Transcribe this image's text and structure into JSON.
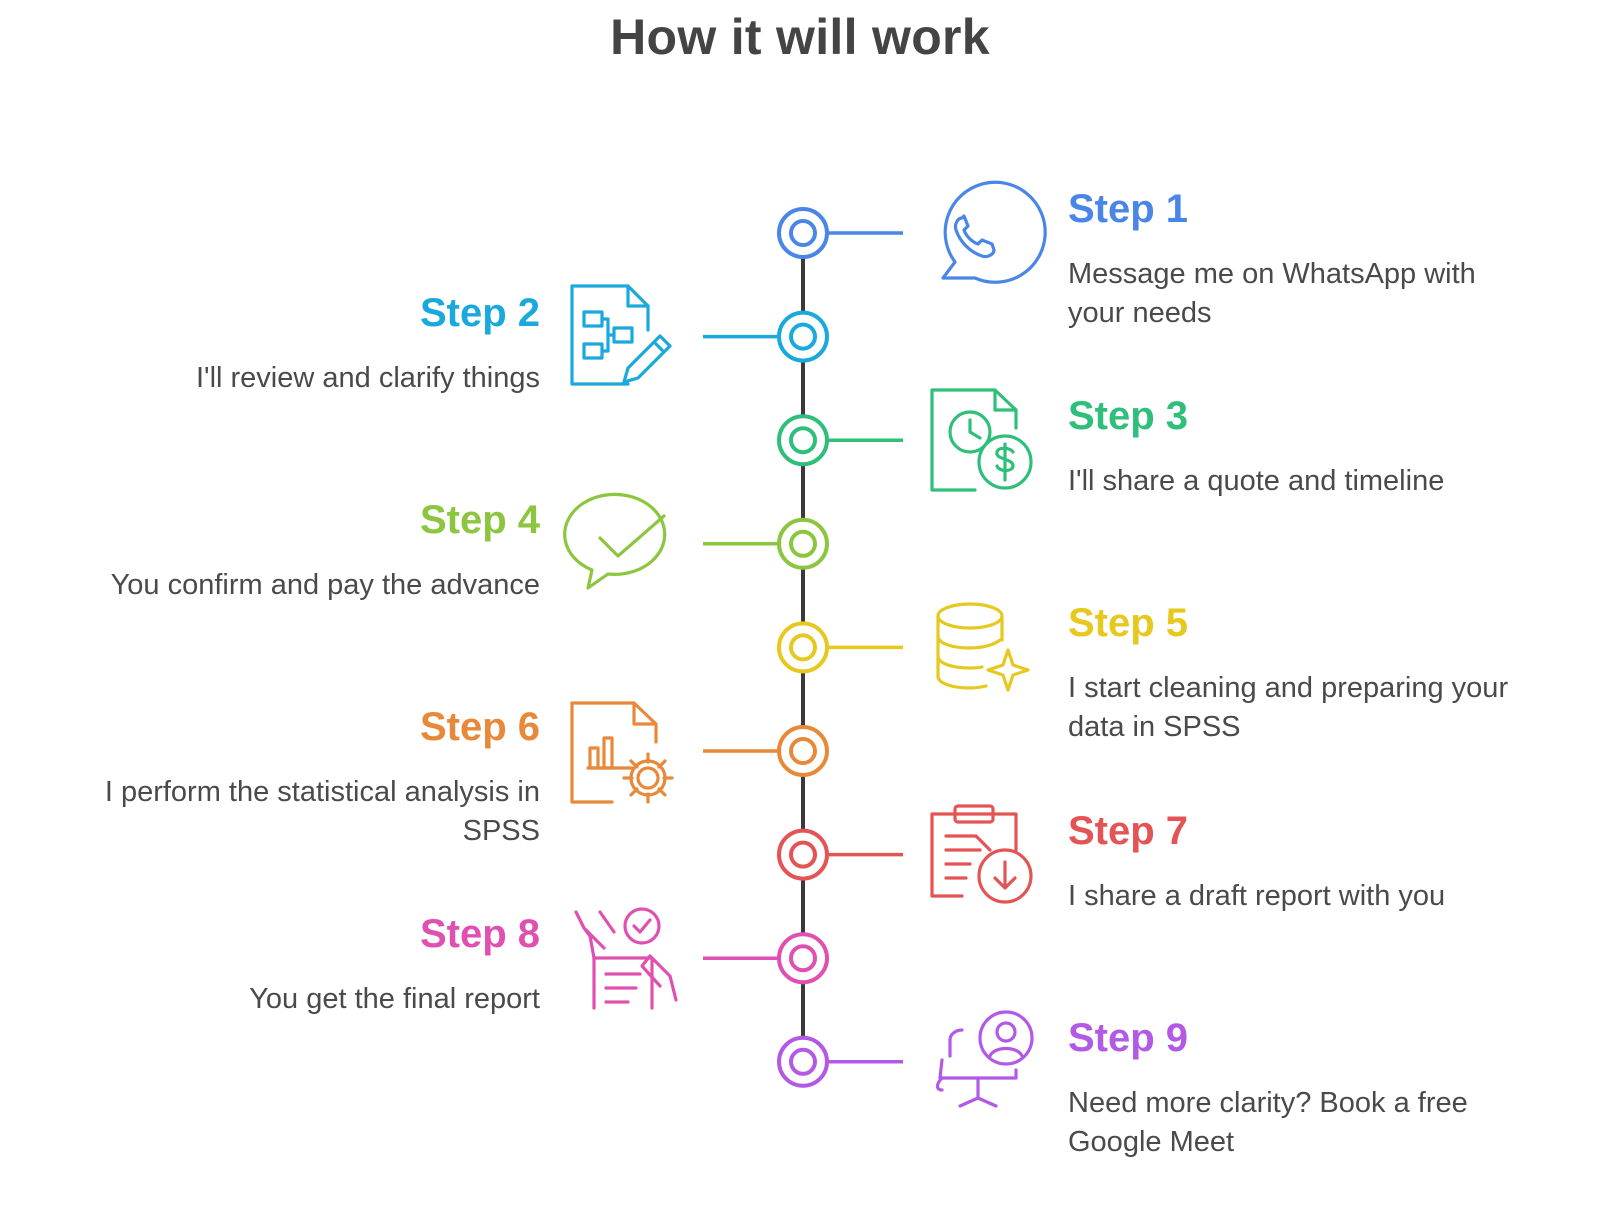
{
  "title": "How it will work",
  "steps": [
    {
      "label": "Step 1",
      "text": "Message me on WhatsApp with your needs",
      "color": "#4a86e8",
      "icon": "whatsapp-phone-icon",
      "side": "right"
    },
    {
      "label": "Step 2",
      "text": "I'll review and clarify things",
      "color": "#1aa9dc",
      "icon": "document-edit-icon",
      "side": "left"
    },
    {
      "label": "Step 3",
      "text": "I'll share a quote and timeline",
      "color": "#2fbf7a",
      "icon": "quote-clock-dollar-icon",
      "side": "right"
    },
    {
      "label": "Step 4",
      "text": "You confirm and pay the advance",
      "color": "#8cc63f",
      "icon": "chat-check-icon",
      "side": "left"
    },
    {
      "label": "Step 5",
      "text": "I start cleaning and preparing your data in SPSS",
      "color": "#e6c81e",
      "icon": "database-sparkle-icon",
      "side": "right"
    },
    {
      "label": "Step 6",
      "text": "I perform the statistical analysis in SPSS",
      "color": "#e8893a",
      "icon": "chart-gear-icon",
      "side": "left"
    },
    {
      "label": "Step 7",
      "text": "I share a draft report with you",
      "color": "#e45454",
      "icon": "clipboard-download-icon",
      "side": "right"
    },
    {
      "label": "Step 8",
      "text": "You get the final report",
      "color": "#e050b0",
      "icon": "report-approve-icon",
      "side": "left"
    },
    {
      "label": "Step 9",
      "text": "Need more clarity? Book a free Google Meet",
      "color": "#b25ae6",
      "icon": "consultant-chair-icon",
      "side": "right"
    }
  ]
}
